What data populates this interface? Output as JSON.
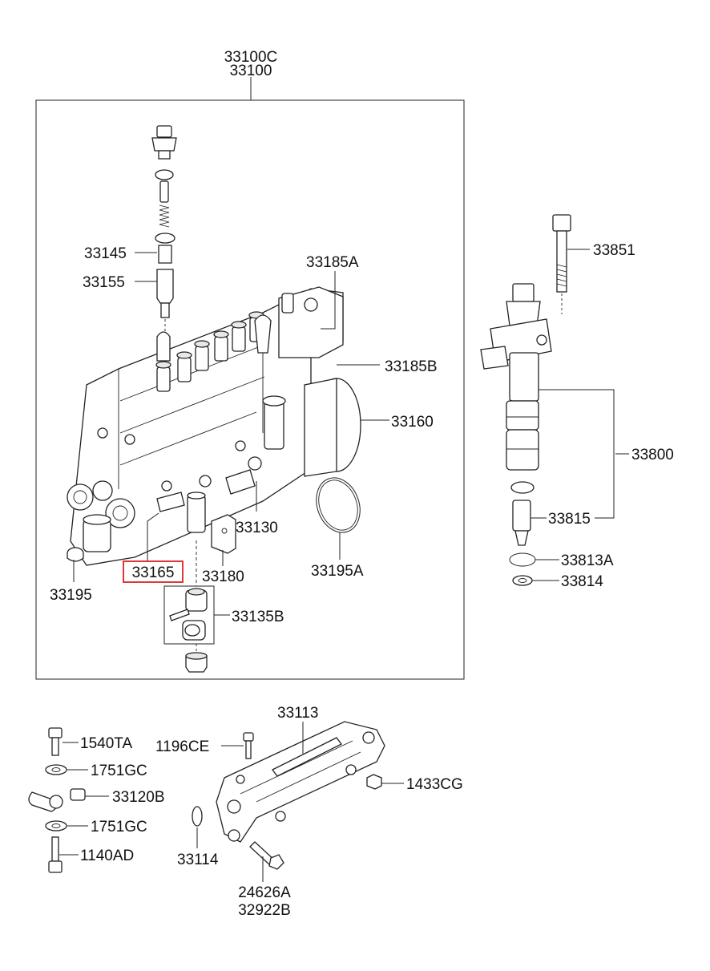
{
  "parts": {
    "p33100C": "33100C",
    "p33100": "33100",
    "p33145": "33145",
    "p33155": "33155",
    "p33185A": "33185A",
    "p33185B": "33185B",
    "p33160": "33160",
    "p33130": "33130",
    "p33195A": "33195A",
    "p33165": "33165",
    "p33180": "33180",
    "p33195": "33195",
    "p33135B": "33135B",
    "p33851": "33851",
    "p33800": "33800",
    "p33815": "33815",
    "p33813A": "33813A",
    "p33814": "33814",
    "p33113": "33113",
    "p1540TA": "1540TA",
    "p1196CE": "1196CE",
    "p1751GC_a": "1751GC",
    "p33120B": "33120B",
    "p1433CG": "1433CG",
    "p1751GC_b": "1751GC",
    "p1140AD": "1140AD",
    "p33114": "33114",
    "p24626A": "24626A",
    "p32922B": "32922B"
  },
  "highlight": {
    "part": "33165",
    "color": "#e02020"
  },
  "colors": {
    "line": "#222222",
    "label": "#111111",
    "background": "#ffffff"
  }
}
